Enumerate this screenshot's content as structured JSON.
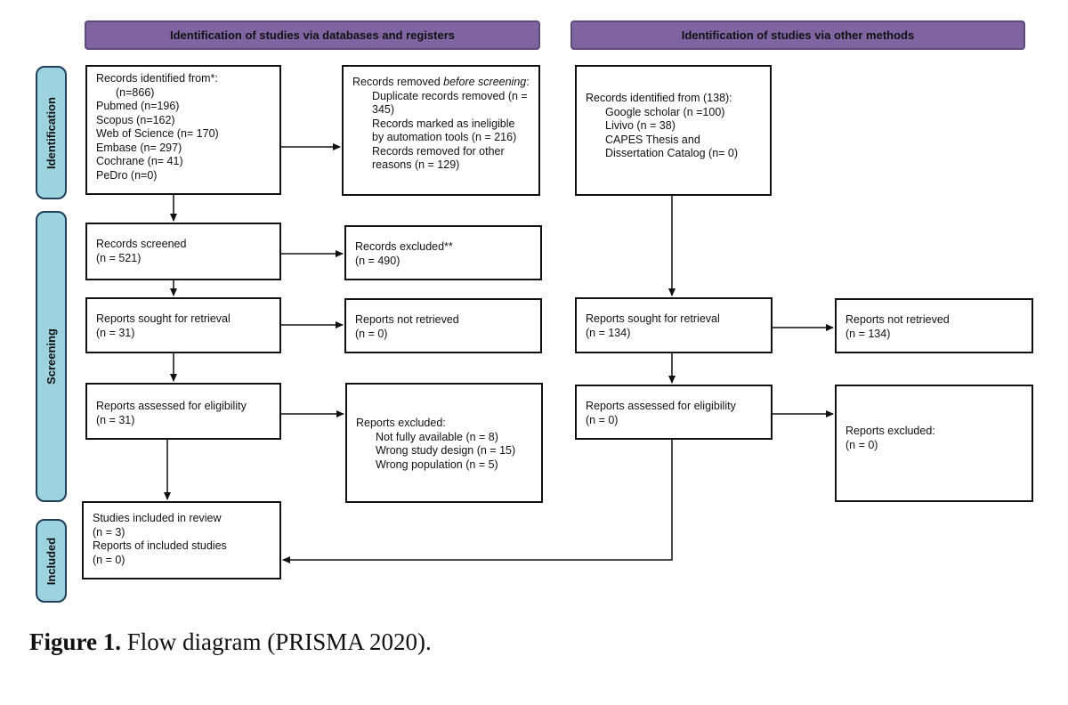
{
  "headers": {
    "databases": "Identification of studies via databases and registers",
    "other": "Identification of studies via other methods"
  },
  "phases": {
    "identification": "Identification",
    "screening": "Screening",
    "included": "Included"
  },
  "left": {
    "identified": {
      "title": "Records identified from*:",
      "total": "(n=866)",
      "sources": [
        "Pubmed (n=196)",
        "Scopus (n=162)",
        "Web of Science (n= 170)",
        "Embase (n= 297)",
        "Cochrane (n= 41)",
        "PeDro (n=0)"
      ]
    },
    "removed": {
      "title_pre": "Records removed ",
      "title_em": "before screening",
      "title_post": ":",
      "lines": [
        "Duplicate records removed (n = 345)",
        "Records marked as ineligible by automation tools (n = 216)",
        "Records removed for other reasons (n = 129)"
      ]
    },
    "screened": {
      "label": "Records screened",
      "n": "(n = 521)"
    },
    "excluded": {
      "label": "Records excluded**",
      "n": "(n = 490)"
    },
    "sought": {
      "label": "Reports sought for retrieval",
      "n": "(n = 31)"
    },
    "not_retrieved": {
      "label": "Reports not retrieved",
      "n": "(n = 0)"
    },
    "assessed": {
      "label": "Reports assessed for eligibility",
      "n": "(n = 31)"
    },
    "reports_excluded": {
      "label": "Reports excluded:",
      "lines": [
        "Not fully available (n = 8)",
        "Wrong study design (n = 15)",
        "Wrong population (n = 5)"
      ]
    },
    "included": {
      "studies": "Studies included in review",
      "studies_n": "(n = 3)",
      "reports": "Reports of included studies",
      "reports_n": "(n = 0)"
    }
  },
  "right": {
    "identified": {
      "title": "Records identified from (138):",
      "sources": [
        "Google scholar (n =100)",
        "Livivo (n = 38)",
        "CAPES Thesis and Dissertation Catalog (n= 0)"
      ]
    },
    "sought": {
      "label": "Reports sought for retrieval",
      "n": "(n = 134)"
    },
    "not_retrieved": {
      "label": "Reports not retrieved",
      "n": "(n = 134)"
    },
    "assessed": {
      "label": "Reports assessed for eligibility",
      "n": "(n = 0)"
    },
    "reports_excluded": {
      "label": "Reports excluded:",
      "n": "(n = 0)"
    }
  },
  "caption": {
    "label": "Figure 1.",
    "text": " Flow diagram (PRISMA 2020)."
  }
}
